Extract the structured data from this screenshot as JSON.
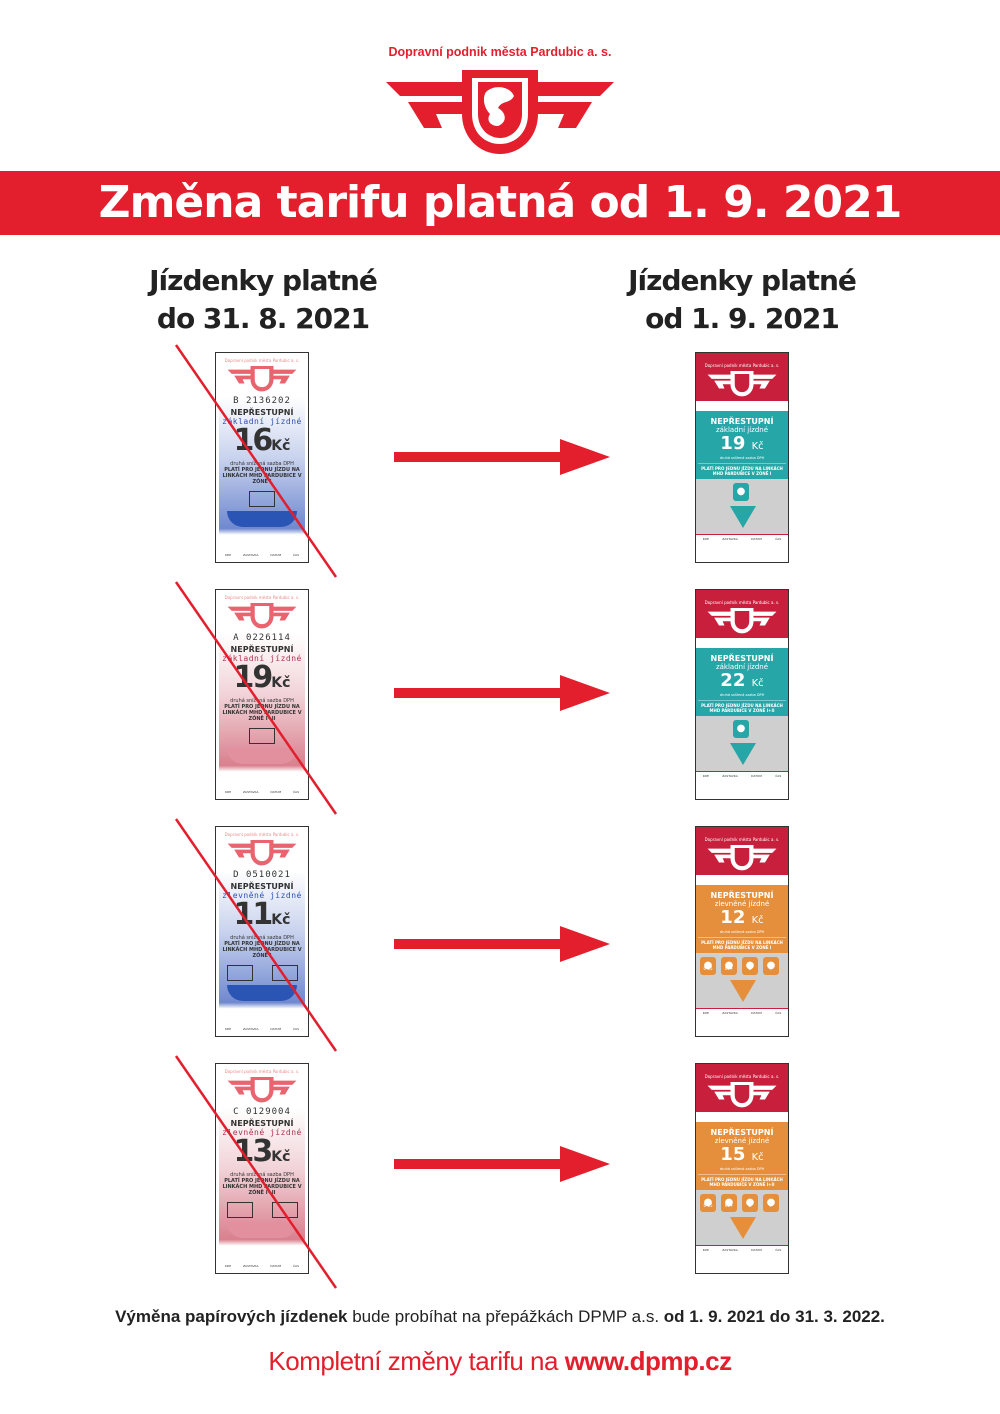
{
  "company": "Dopravní podnik města Pardubic a. s.",
  "banner": "Změna tarifu platná od 1. 9. 2021",
  "left_heading": [
    "Jízdenky platné",
    "do 31. 8. 2021"
  ],
  "right_heading": [
    "Jízdenky platné",
    "od 1. 9. 2021"
  ],
  "colors": {
    "red": "#e31e2d",
    "teal": "#27a6a7",
    "orange": "#e58f3c",
    "ticket_red": "#c8203c"
  },
  "ticket_texts": {
    "company_small": "Dopravní podnik města Pardubic a. s.",
    "non_transfer": "NEPŘESTUPNÍ",
    "currency": "Kč",
    "vat": "druhá snížená sazba DPH",
    "valid_prefix": "PLATÍ PRO JEDNU JÍZDU NA LINKÁCH MHD PARDUBICE V ZÓNĚ",
    "footer": [
      "KDE",
      "ZASTÁVKA",
      "DATUM",
      "ČAS"
    ],
    "icon_labels": [
      "6-15",
      "65+",
      "Z",
      "P"
    ]
  },
  "old_tickets": [
    {
      "serial": "B 2136202",
      "type": "základní jízdné",
      "price": "16",
      "zone": "I",
      "style": "blue"
    },
    {
      "serial": "A 0226114",
      "type": "základní jízdné",
      "price": "19",
      "zone": "I+II",
      "style": "pink"
    },
    {
      "serial": "D 0510021",
      "type": "zlevněné jízdné",
      "price": "11",
      "zone": "I",
      "style": "blue"
    },
    {
      "serial": "C 0129004",
      "type": "zlevněné jízdné",
      "price": "13",
      "zone": "I+II",
      "style": "pink"
    }
  ],
  "new_tickets": [
    {
      "type": "základní jízdné",
      "price": "19",
      "zone": "I",
      "style": "teal"
    },
    {
      "type": "základní jízdné",
      "price": "22",
      "zone": "I+II",
      "style": "teal"
    },
    {
      "type": "zlevněné jízdné",
      "price": "12",
      "zone": "I",
      "style": "orange"
    },
    {
      "type": "zlevněné jízdné",
      "price": "15",
      "zone": "I+II",
      "style": "orange"
    }
  ],
  "footer": {
    "exchange_bold": "Výměna papírových jízdenek",
    "exchange_text": " bude probíhat na přepážkách DPMP a.s. ",
    "exchange_dates": "od 1. 9. 2021 do 31. 3. 2022.",
    "complete_text": "Kompletní změny tarifu na ",
    "website": "www.dpmp.cz"
  }
}
